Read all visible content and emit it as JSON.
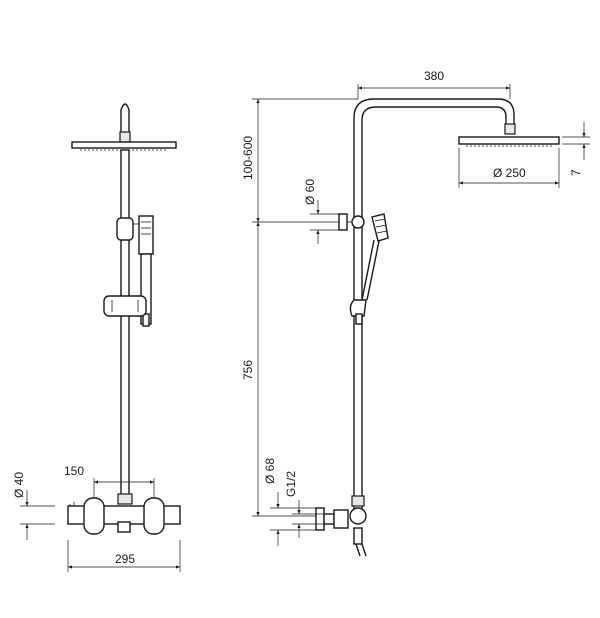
{
  "dimensions": {
    "handle_dia": "Ø 40",
    "inlet_spacing": "150",
    "mixer_width": "295",
    "arm_reach": "380",
    "height_adjust": "100-600",
    "holder_dia": "Ø 60",
    "rail_height": "756",
    "wall_flange_dia": "Ø 68",
    "thread_size": "G1/2",
    "head_dia": "Ø 250",
    "head_thickness": "7"
  }
}
